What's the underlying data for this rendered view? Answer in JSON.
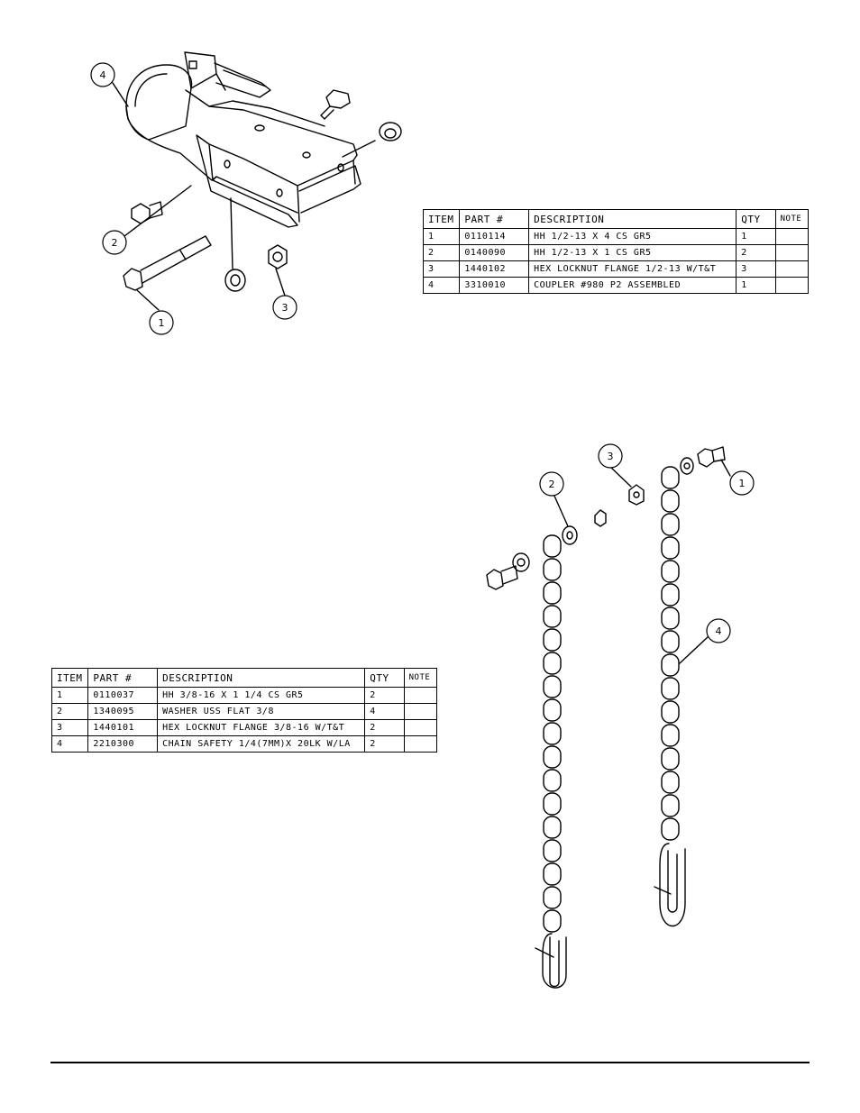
{
  "coupler_table": {
    "headers": [
      "ITEM",
      "PART #",
      "DESCRIPTION",
      "QTY",
      "NOTE"
    ],
    "rows": [
      [
        "1",
        "0110114",
        "HH 1/2-13 X 4 CS GR5",
        "1",
        ""
      ],
      [
        "2",
        "0140090",
        "HH 1/2-13 X 1 CS GR5",
        "2",
        ""
      ],
      [
        "3",
        "1440102",
        "HEX LOCKNUT FLANGE 1/2-13 W/T&T",
        "3",
        ""
      ],
      [
        "4",
        "3310010",
        "COUPLER #980 P2 ASSEMBLED",
        "1",
        ""
      ]
    ]
  },
  "chain_table": {
    "headers": [
      "ITEM",
      "PART #",
      "DESCRIPTION",
      "QTY",
      "NOTE"
    ],
    "rows": [
      [
        "1",
        "0110037",
        "HH 3/8-16 X 1 1/4 CS GR5",
        "2",
        ""
      ],
      [
        "2",
        "1340095",
        "WASHER USS FLAT 3/8",
        "4",
        ""
      ],
      [
        "3",
        "1440101",
        "HEX LOCKNUT FLANGE 3/8-16 W/T&T",
        "2",
        ""
      ],
      [
        "4",
        "2210300",
        "CHAIN SAFETY 1/4(7MM)X 20LK W/LA",
        "2",
        ""
      ]
    ]
  },
  "coupler_callouts": [
    "4",
    "2",
    "1",
    "3"
  ],
  "chain_callouts": [
    "2",
    "3",
    "1",
    "4"
  ]
}
